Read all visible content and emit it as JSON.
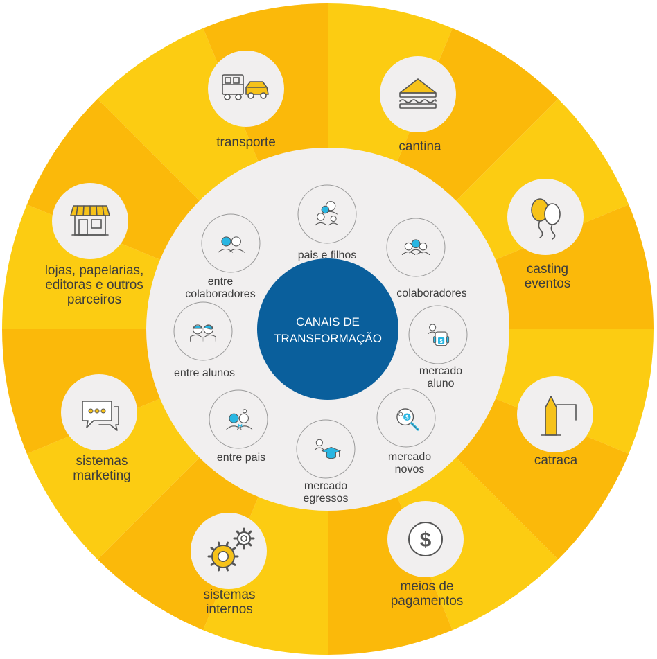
{
  "colors": {
    "ring_light": "#FCCC12",
    "ring_dark": "#FBB90A",
    "inner_disc": "#F1EFEF",
    "center": "#0A5F9C",
    "accent_blue": "#29B6E2",
    "icon_stroke": "#555555",
    "icon_yellow": "#F6C21A",
    "label": "#3C3C3C"
  },
  "center": {
    "line1": "CANAIS DE",
    "line2": "TRANSFORMAÇÃO"
  },
  "outer_items": [
    {
      "id": "transporte",
      "icon": "truck-car-icon",
      "lines": [
        "transporte"
      ]
    },
    {
      "id": "cantina",
      "icon": "sandwich-icon",
      "lines": [
        "cantina"
      ]
    },
    {
      "id": "casting",
      "icon": "balloons-icon",
      "lines": [
        "casting",
        "eventos"
      ]
    },
    {
      "id": "catraca",
      "icon": "turnstile-icon",
      "lines": [
        "catraca"
      ]
    },
    {
      "id": "meios",
      "icon": "dollar-coin-icon",
      "lines": [
        "meios de",
        "pagamentos"
      ]
    },
    {
      "id": "sistemas-internos",
      "icon": "gears-icon",
      "lines": [
        "sistemas",
        "internos"
      ]
    },
    {
      "id": "sistemas-marketing",
      "icon": "chat-bubbles-icon",
      "lines": [
        "sistemas",
        "marketing"
      ]
    },
    {
      "id": "lojas",
      "icon": "storefront-icon",
      "lines": [
        "lojas, papelarias,",
        "editoras e outros",
        "parceiros"
      ]
    }
  ],
  "inner_items": [
    {
      "id": "pais-filhos",
      "icon": "parent-children-icon",
      "lines": [
        "pais e filhos"
      ]
    },
    {
      "id": "colaboradores",
      "icon": "team-icon",
      "lines": [
        "colaboradores"
      ]
    },
    {
      "id": "mercado-aluno",
      "icon": "student-money-icon",
      "lines": [
        "mercado",
        "aluno"
      ]
    },
    {
      "id": "mercado-novos",
      "icon": "magnifier-money-icon",
      "lines": [
        "mercado",
        "novos"
      ]
    },
    {
      "id": "mercado-egressos",
      "icon": "graduate-cap-icon",
      "lines": [
        "mercado",
        "egressos"
      ]
    },
    {
      "id": "entre-pais",
      "icon": "couple-icon",
      "lines": [
        "entre pais"
      ]
    },
    {
      "id": "entre-alunos",
      "icon": "students-icon",
      "lines": [
        "entre alunos"
      ]
    },
    {
      "id": "entre-colaboradores",
      "icon": "coworkers-icon",
      "lines": [
        "entre",
        "colaboradores"
      ]
    }
  ]
}
